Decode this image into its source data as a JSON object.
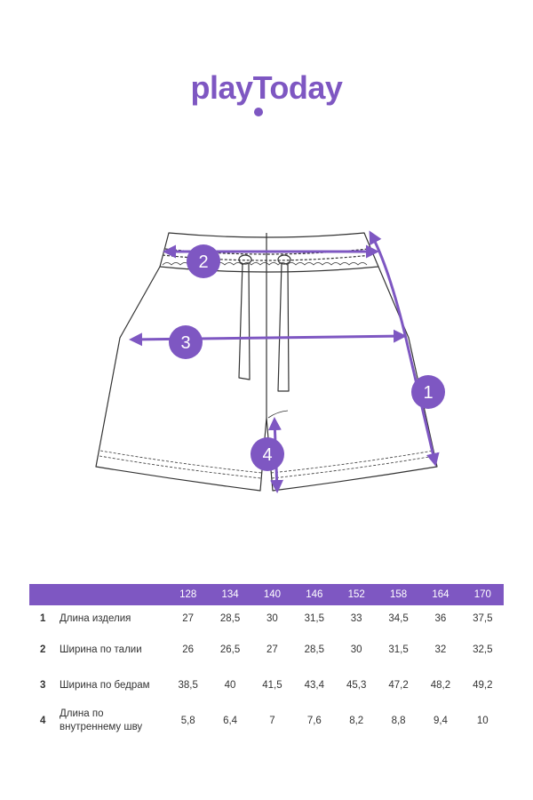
{
  "brand": {
    "logo_text": "playToday",
    "accent_color": "#7e57c2"
  },
  "diagram": {
    "markers": [
      "1",
      "2",
      "3",
      "4"
    ]
  },
  "size_table": {
    "sizes": [
      "128",
      "134",
      "140",
      "146",
      "152",
      "158",
      "164",
      "170"
    ],
    "rows": [
      {
        "num": "1",
        "name": "Длина изделия",
        "values": [
          "27",
          "28,5",
          "30",
          "31,5",
          "33",
          "34,5",
          "36",
          "37,5"
        ]
      },
      {
        "num": "2",
        "name": "Ширина по талии",
        "values": [
          "26",
          "26,5",
          "27",
          "28,5",
          "30",
          "31,5",
          "32",
          "32,5"
        ]
      },
      {
        "num": "3",
        "name": "Ширина по бедрам",
        "values": [
          "38,5",
          "40",
          "41,5",
          "43,4",
          "45,3",
          "47,2",
          "48,2",
          "49,2"
        ]
      },
      {
        "num": "4",
        "name": "Длина по внутреннему шву",
        "values": [
          "5,8",
          "6,4",
          "7",
          "7,6",
          "8,2",
          "8,8",
          "9,4",
          "10"
        ]
      }
    ]
  }
}
